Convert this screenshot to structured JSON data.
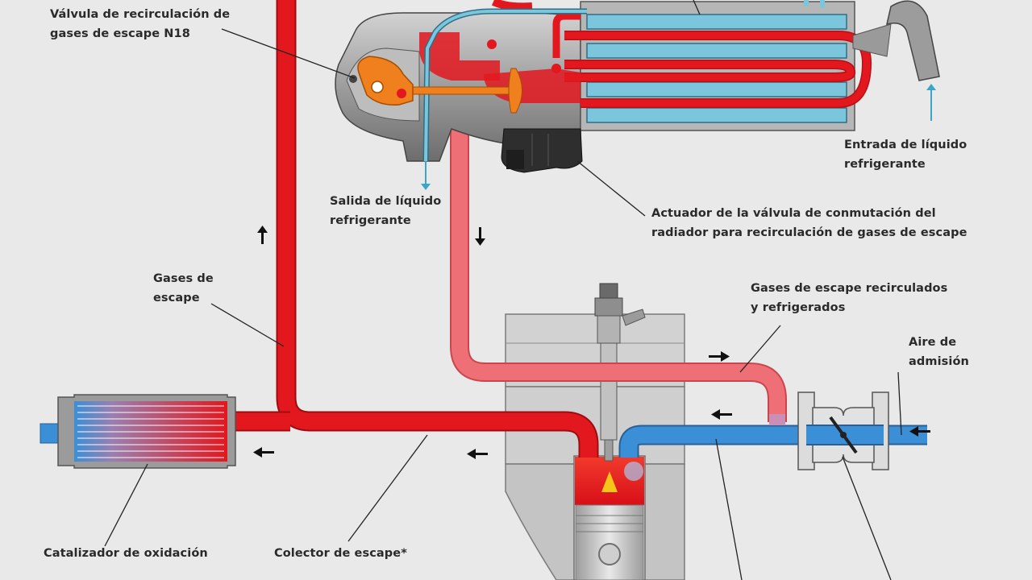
{
  "labels": {
    "egr_valve_l1": "Válvula de recirculación de",
    "egr_valve_l2": "gases de escape N18",
    "coolant_out_l1": "Salida de líquido",
    "coolant_out_l2": "refrigerante",
    "coolant_in_l1": "Entrada de líquido",
    "coolant_in_l2": "refrigerante",
    "actuator_l1": "Actuador de la válvula de conmutación del",
    "actuator_l2": "radiador para recirculación de gases de escape",
    "exhaust_gas_l1": "Gases de",
    "exhaust_gas_l2": "escape",
    "recirc_gas_l1": "Gases de escape recirculados",
    "recirc_gas_l2": "y refrigerados",
    "intake_air_l1": "Aire de",
    "intake_air_l2": "admisión",
    "catalyst": "Catalizador de oxidación",
    "manifold": "Colector de escape*"
  },
  "colors": {
    "background": "#e9e9e9",
    "exhaust_red": "#e3171e",
    "recirculated_pink": "#ee6f76",
    "intake_blue": "#3b8fd6",
    "coolant_cyan": "#7cc6dd",
    "egr_valve_orange": "#f07f1e",
    "housing_gray": "#a8a8a8"
  }
}
